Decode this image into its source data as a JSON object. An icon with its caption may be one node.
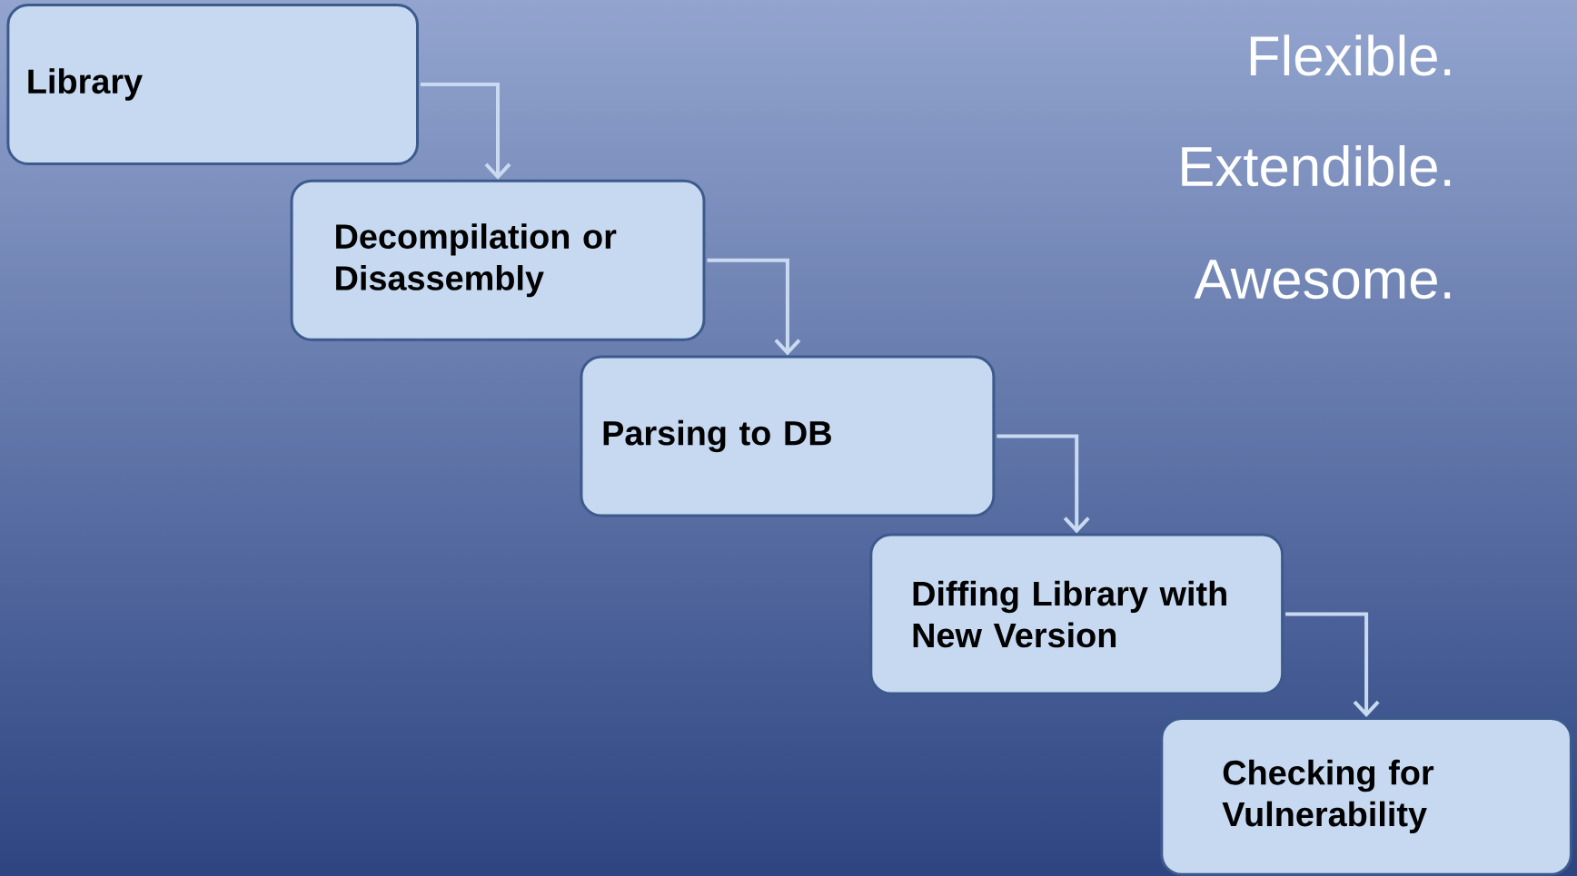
{
  "diagram": {
    "nodes": [
      {
        "text": [
          "Library"
        ]
      },
      {
        "text": [
          "Decompilation or Disassembly"
        ]
      },
      {
        "text": [
          "Parsing to DB"
        ]
      },
      {
        "text": [
          "Diffing Library with New Version"
        ]
      },
      {
        "text": [
          "Checking for Vulnerability"
        ]
      }
    ],
    "edges": [
      {
        "from": 0,
        "to": 1,
        "arrow": "to"
      },
      {
        "from": 1,
        "to": 2,
        "arrow": "to"
      },
      {
        "from": 2,
        "to": 3,
        "arrow": "to"
      },
      {
        "from": 3,
        "to": 4,
        "arrow": "to"
      }
    ],
    "labels": [
      "Flexible.",
      "Extendible.",
      "Awesome."
    ]
  }
}
